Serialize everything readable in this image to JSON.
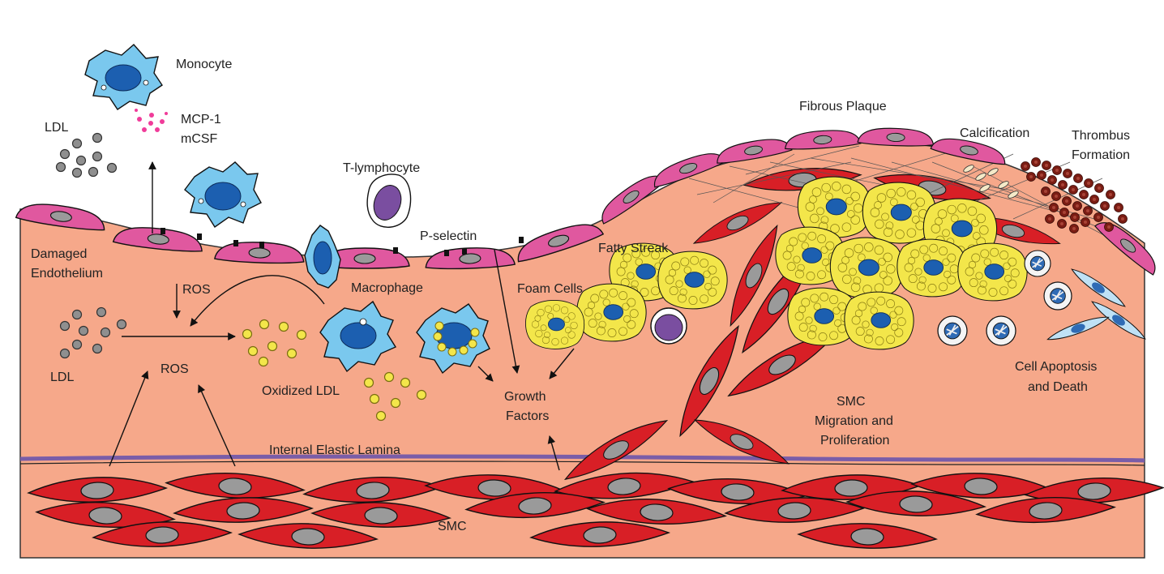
{
  "labels": {
    "monocyte": "Monocyte",
    "mcp1": "MCP-1",
    "mcsf": "mCSF",
    "ldl_top": "LDL",
    "t_lymphocyte": "T-lymphocyte",
    "p_selectin": "P-selectin",
    "damaged_1": "Damaged",
    "damaged_2": "Endothelium",
    "ros_1": "ROS",
    "macrophage": "Macrophage",
    "ldl_mid": "LDL",
    "ros_2": "ROS",
    "oxidized_ldl": "Oxidized LDL",
    "fatty_streak": "Fatty Streak",
    "foam_cells": "Foam Cells",
    "growth_1": "Growth",
    "growth_2": "Factors",
    "fibrous_plaque": "Fibrous Plaque",
    "calcification": "Calcification",
    "thrombus_1": "Thrombus",
    "thrombus_2": "Formation",
    "apoptosis_1": "Cell Apoptosis",
    "apoptosis_2": "and Death",
    "smc_migration_1": "SMC",
    "smc_migration_2": "Migration and",
    "smc_migration_3": "Proliferation",
    "internal_elastic_lamina": "Internal Elastic Lamina",
    "smc_bottom": "SMC"
  },
  "colors": {
    "tissue": "#f6a88a",
    "endothelium": "#e0589f",
    "smc": "#d81f26",
    "nucleus_gray": "#9a9a9a",
    "monocyte": "#7ac8ee",
    "nucleus_blue": "#1c5fb0",
    "foam": "#f3e64a",
    "lymphocyte": "#7a4ea0",
    "lamina": "#7a5da8",
    "thrombus": "#7b1d14",
    "mcp_dots": "#f03c9a"
  }
}
